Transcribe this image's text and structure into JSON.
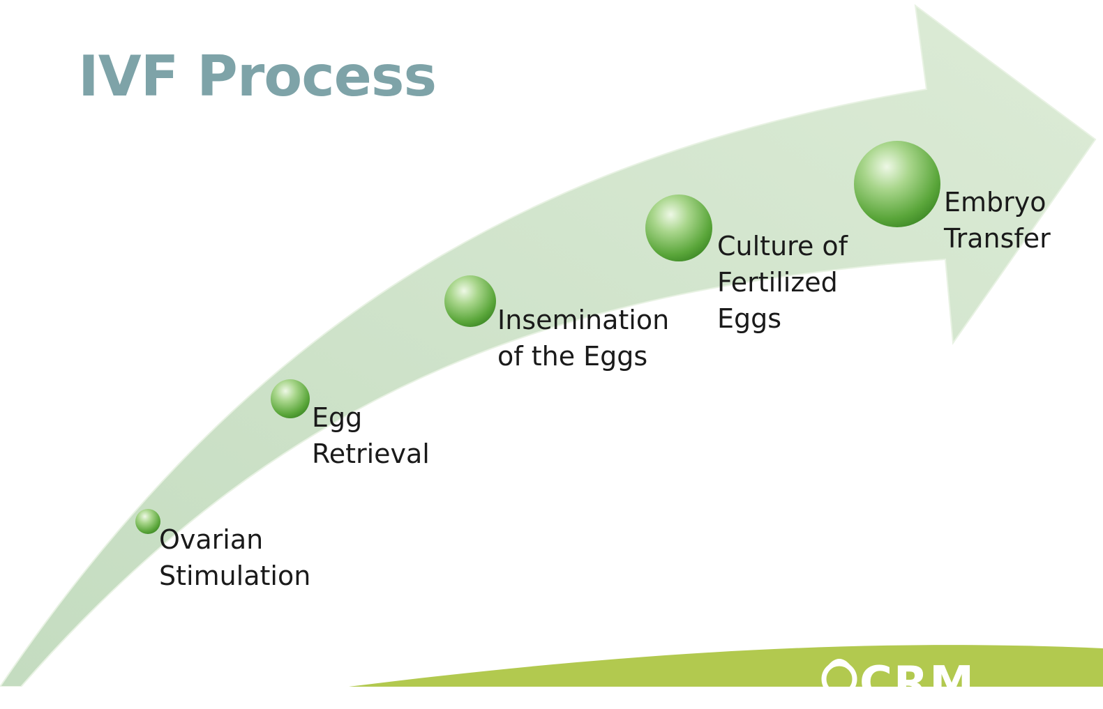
{
  "title": "IVF Process",
  "steps": [
    {
      "lines": [
        "Ovarian",
        "Stimulation"
      ]
    },
    {
      "lines": [
        "Egg",
        "Retrieval"
      ]
    },
    {
      "lines": [
        "Insemination",
        "of the Eggs"
      ]
    },
    {
      "lines": [
        "Culture of",
        "Fertilized",
        "Eggs"
      ]
    },
    {
      "lines": [
        "Embryo",
        "Transfer"
      ]
    }
  ],
  "logo": {
    "text": "CRM"
  },
  "colors": {
    "title": "#7ea3a8",
    "arrow": "#d3e6cc",
    "sphere": "#6bb34a",
    "footer_band": "#b2c94f"
  }
}
